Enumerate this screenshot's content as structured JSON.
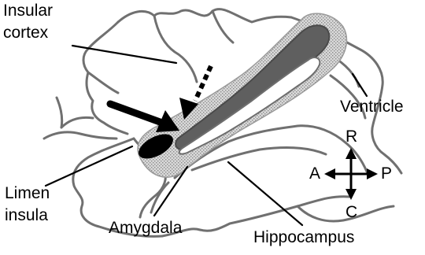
{
  "labels": {
    "insular_cortex_line1": "Insular",
    "insular_cortex_line2": "cortex",
    "ventricle": "Ventricle",
    "limen_insula_line1": "Limen",
    "limen_insula_line2": "insula",
    "amygdala": "Amygdala",
    "hippocampus": "Hippocampus"
  },
  "orientation": {
    "rostral": "R",
    "caudal": "C",
    "anterior": "A",
    "posterior": "P"
  }
}
